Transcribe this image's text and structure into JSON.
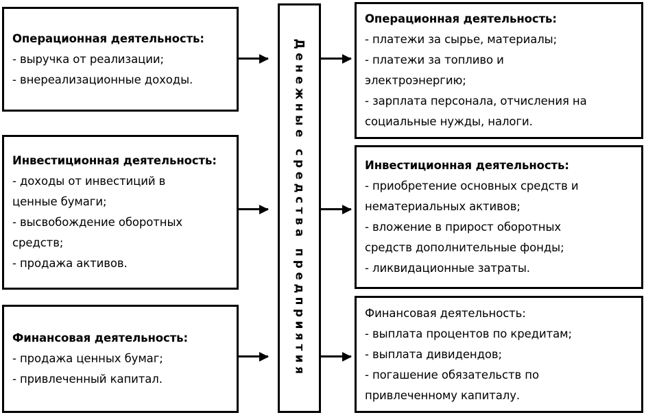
{
  "diagram": {
    "title": "Денежные средства предприятия",
    "center": {
      "label": "Денежные средства  предприятия"
    },
    "inflows": [
      {
        "id": "operating-inflow",
        "header": "Операционная деятельность:",
        "header_bold": true,
        "items": [
          "- выручка от реализации;",
          "- внереализационные доходы."
        ]
      },
      {
        "id": "investing-inflow",
        "header": "Инвестиционная деятельность:",
        "header_bold": true,
        "items": [
          "- доходы от инвестиций в",
          "ценные бумаги;",
          "- высвобождение оборотных",
          "средств;",
          "- продажа активов."
        ]
      },
      {
        "id": "financing-inflow",
        "header": "Финансовая деятельность:",
        "header_bold": true,
        "items": [
          "- продажа ценных бумаг;",
          "- привлеченный капитал."
        ]
      }
    ],
    "outflows": [
      {
        "id": "operating-outflow",
        "header": "Операционная деятельность:",
        "header_bold": true,
        "items": [
          "- платежи за сырье, материалы;",
          "- платежи за топливо и",
          "электроэнергию;",
          "- зарплата персонала, отчисления на",
          "социальные нужды, налоги."
        ]
      },
      {
        "id": "investing-outflow",
        "header": "Инвестиционная деятельность:",
        "header_bold": true,
        "items": [
          "- приобретение основных средств и",
          "нематериальных активов;",
          "- вложение в прирост оборотных",
          "средств дополнительные фонды;",
          "- ликвидационные затраты."
        ]
      },
      {
        "id": "financing-outflow",
        "header": "Финансовая деятельность:",
        "header_bold": false,
        "items": [
          "- выплата процентов по кредитам;",
          "- выплата дивидендов;",
          "- погашение обязательств по",
          "привлеченному капиталу."
        ]
      }
    ],
    "arrows": [
      {
        "id": "arrow-inflow-operating",
        "direction": "right"
      },
      {
        "id": "arrow-inflow-investing",
        "direction": "right"
      },
      {
        "id": "arrow-inflow-financing",
        "direction": "right"
      },
      {
        "id": "arrow-outflow-operating",
        "direction": "right"
      },
      {
        "id": "arrow-outflow-investing",
        "direction": "right"
      },
      {
        "id": "arrow-outflow-financing",
        "direction": "right"
      }
    ],
    "colors": {
      "stroke": "#000000",
      "background": "#ffffff",
      "text": "#000000"
    }
  }
}
